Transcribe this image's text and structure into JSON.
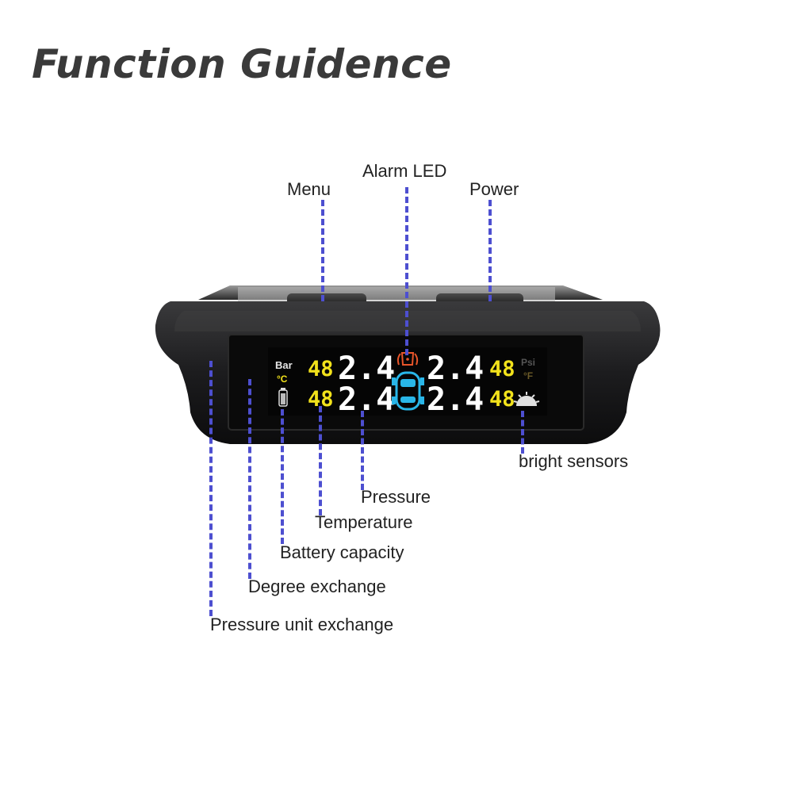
{
  "title": "Function Guidence",
  "labels": {
    "alarm_led": "Alarm LED",
    "menu": "Menu",
    "power": "Power",
    "bright_sensors": "bright sensors",
    "pressure": "Pressure",
    "temperature": "Temperature",
    "battery": "Battery capacity",
    "degree_exchange": "Degree exchange",
    "pressure_unit_exchange": "Pressure unit exchange"
  },
  "display": {
    "unit_bar": "Bar",
    "unit_celsius": "°C",
    "unit_psi": "Psi",
    "unit_fahrenheit": "°F",
    "temp_front_left": "48",
    "temp_rear_left": "48",
    "temp_front_right": "48",
    "temp_rear_right": "48",
    "pressure_front_left": "2.4",
    "pressure_rear_left": "2.4",
    "pressure_front_right": "2.4",
    "pressure_rear_right": "2.4"
  },
  "colors": {
    "leader": "#4d4fd0",
    "temperature_digits": "#f2e21b",
    "pressure_digits": "#ffffff",
    "alarm_icon": "#e8552a",
    "car_icon": "#29b6e8"
  }
}
